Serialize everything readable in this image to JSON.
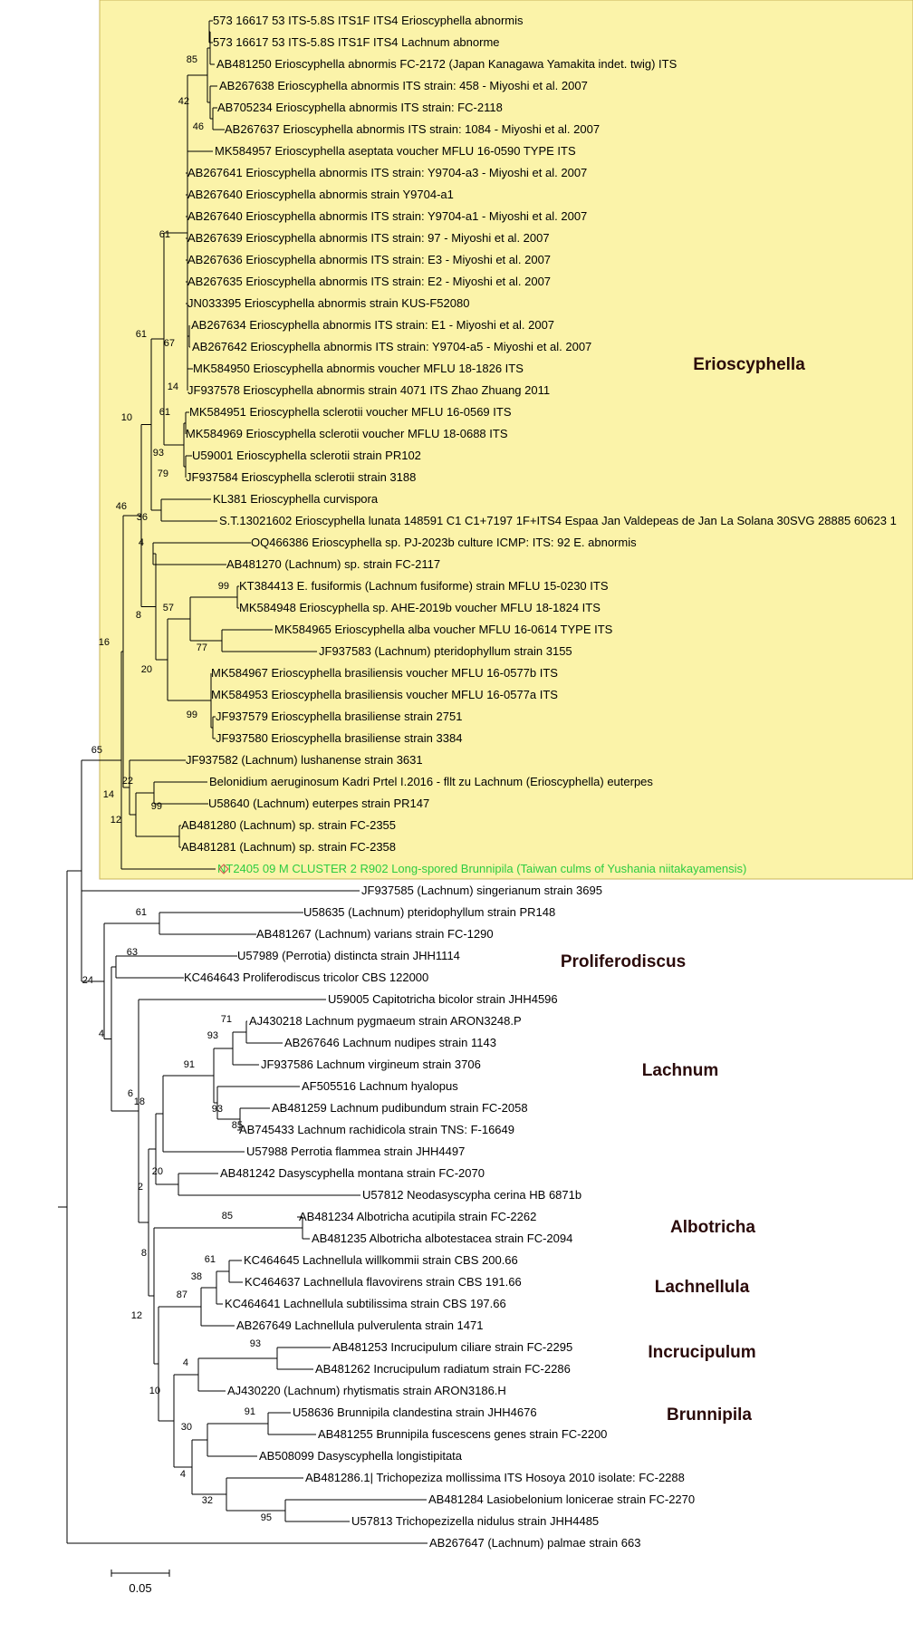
{
  "highlight_color": "#fbf3a9",
  "highlight_border": "#c9b45a",
  "marker_color": "#d9534f",
  "leaves": [
    {
      "label": "573 16617 53 ITS-5.8S ITS1F ITS4 Erioscyphella abnormis"
    },
    {
      "label": "573 16617 53 ITS-5.8S ITS1F ITS4 Lachnum abnorme"
    },
    {
      "label": "AB481250 Erioscyphella abnormis FC-2172 (Japan Kanagawa Yamakita indet. twig) ITS"
    },
    {
      "label": "AB267638 Erioscyphella abnormis ITS strain: 458 - Miyoshi et al. 2007"
    },
    {
      "label": "AB705234 Erioscyphella abnormis ITS strain: FC-2118"
    },
    {
      "label": "AB267637 Erioscyphella abnormis ITS strain: 1084 - Miyoshi et al. 2007"
    },
    {
      "label": "MK584957 Erioscyphella aseptata voucher MFLU 16-0590 TYPE ITS"
    },
    {
      "label": "AB267641 Erioscyphella abnormis ITS strain: Y9704-a3 - Miyoshi et al. 2007"
    },
    {
      "label": "AB267640 Erioscyphella abnormis strain Y9704-a1"
    },
    {
      "label": "AB267640 Erioscyphella abnormis ITS strain: Y9704-a1 - Miyoshi et al. 2007"
    },
    {
      "label": "AB267639 Erioscyphella abnormis ITS strain: 97 - Miyoshi et al. 2007"
    },
    {
      "label": "AB267636 Erioscyphella abnormis ITS strain: E3 - Miyoshi et al. 2007"
    },
    {
      "label": "AB267635 Erioscyphella abnormis ITS strain: E2 - Miyoshi et al. 2007"
    },
    {
      "label": "JN033395 Erioscyphella abnormis strain KUS-F52080"
    },
    {
      "label": "AB267634 Erioscyphella abnormis ITS strain: E1 - Miyoshi et al. 2007"
    },
    {
      "label": "AB267642 Erioscyphella abnormis ITS strain: Y9704-a5 - Miyoshi et al. 2007"
    },
    {
      "label": "MK584950 Erioscyphella abnormis voucher MFLU 18-1826 ITS"
    },
    {
      "label": "JF937578 Erioscyphella abnormis strain 4071 ITS Zhao Zhuang 2011"
    },
    {
      "label": "MK584951 Erioscyphella sclerotii voucher MFLU 16-0569 ITS"
    },
    {
      "label": "MK584969 Erioscyphella sclerotii voucher MFLU 18-0688 ITS"
    },
    {
      "label": "U59001 Erioscyphella sclerotii strain PR102"
    },
    {
      "label": "JF937584 Erioscyphella sclerotii strain 3188"
    },
    {
      "label": "KL381 Erioscyphella curvispora"
    },
    {
      "label": "S.T.13021602 Erioscyphella lunata 148591 C1 C1+7197 1F+ITS4 Espaa Jan Valdepeas de Jan La Solana 30SVG 28885 60623 1"
    },
    {
      "label": "OQ466386 Erioscyphella sp. PJ-2023b culture ICMP: ITS: 92 E. abnormis"
    },
    {
      "label": "AB481270 (Lachnum) sp. strain FC-2117"
    },
    {
      "label": "KT384413 E. fusiformis (Lachnum fusiforme) strain MFLU 15-0230 ITS"
    },
    {
      "label": "MK584948 Erioscyphella sp. AHE-2019b voucher MFLU 18-1824 ITS"
    },
    {
      "label": "MK584965 Erioscyphella alba voucher MFLU 16-0614 TYPE ITS"
    },
    {
      "label": "JF937583 (Lachnum) pteridophyllum strain 3155"
    },
    {
      "label": "MK584967 Erioscyphella brasiliensis voucher MFLU 16-0577b ITS"
    },
    {
      "label": "MK584953 Erioscyphella brasiliensis voucher MFLU 16-0577a ITS"
    },
    {
      "label": "JF937579 Erioscyphella brasiliense strain 2751"
    },
    {
      "label": "JF937580 Erioscyphella brasiliense strain 3384"
    },
    {
      "label": "JF937582 (Lachnum) lushanense strain 3631"
    },
    {
      "label": "Belonidium aeruginosum Kadri Prtel I.2016 - fllt zu Lachnum (Erioscyphella) euterpes"
    },
    {
      "label": "U58640 (Lachnum) euterpes strain PR147"
    },
    {
      "label": "AB481280 (Lachnum) sp. strain FC-2355"
    },
    {
      "label": "AB481281 (Lachnum) sp. strain FC-2358"
    },
    {
      "label": "NT2405 09 M CLUSTER 2 R902 Long-spored Brunnipila (Taiwan culms of Yushania niitakayamensis)",
      "color": "#2ecc40"
    },
    {
      "label": "JF937585 (Lachnum) singerianum strain 3695"
    },
    {
      "label": "U58635 (Lachnum) pteridophyllum strain PR148"
    },
    {
      "label": "AB481267 (Lachnum) varians strain FC-1290"
    },
    {
      "label": "U57989 (Perrotia) distincta strain JHH1114"
    },
    {
      "label": "KC464643 Proliferodiscus tricolor CBS 122000"
    },
    {
      "label": "U59005 Capitotricha bicolor strain JHH4596"
    },
    {
      "label": "AJ430218 Lachnum pygmaeum strain ARON3248.P"
    },
    {
      "label": "AB267646 Lachnum nudipes strain 1143"
    },
    {
      "label": "JF937586 Lachnum virgineum strain 3706"
    },
    {
      "label": "AF505516 Lachnum hyalopus"
    },
    {
      "label": "AB481259 Lachnum pudibundum strain FC-2058"
    },
    {
      "label": "AB745433 Lachnum rachidicola strain TNS: F-16649"
    },
    {
      "label": "U57988 Perrotia flammea strain JHH4497"
    },
    {
      "label": "AB481242 Dasyscyphella montana strain FC-2070"
    },
    {
      "label": "U57812 Neodasyscypha cerina HB 6871b"
    },
    {
      "label": "AB481234 Albotricha acutipila strain FC-2262"
    },
    {
      "label": "AB481235 Albotricha albotestacea strain FC-2094"
    },
    {
      "label": "KC464645 Lachnellula willkommii strain CBS 200.66"
    },
    {
      "label": "KC464637 Lachnellula flavovirens strain CBS 191.66"
    },
    {
      "label": "KC464641 Lachnellula subtilissima strain CBS 197.66"
    },
    {
      "label": "AB267649 Lachnellula pulverulenta strain 1471"
    },
    {
      "label": "AB481253 Incrucipulum ciliare strain FC-2295"
    },
    {
      "label": "AB481262 Incrucipulum radiatum strain FC-2286"
    },
    {
      "label": "AJ430220 (Lachnum) rhytismatis strain ARON3186.H"
    },
    {
      "label": "U58636 Brunnipila clandestina strain JHH4676"
    },
    {
      "label": "AB481255 Brunnipila fuscescens genes strain FC-2200"
    },
    {
      "label": "AB508099 Dasyscyphella longistipitata"
    },
    {
      "label": "AB481286.1| Trichopeziza mollissima ITS Hosoya 2010 isolate: FC-2288"
    },
    {
      "label": "AB481284 Lasiobelonium lonicerae strain FC-2270"
    },
    {
      "label": "U57813 Trichopezizella nidulus strain JHH4485"
    },
    {
      "label": "AB267647 (Lachnum) palmae strain 663"
    }
  ],
  "support_values": [
    "85",
    "42",
    "46",
    "61",
    "61",
    "67",
    "14",
    "10",
    "61",
    "93",
    "79",
    "46",
    "36",
    "4",
    "8",
    "99",
    "57",
    "77",
    "20",
    "99",
    "16",
    "65",
    "22",
    "14",
    "12",
    "99",
    "61",
    "63",
    "24",
    "4",
    "71",
    "93",
    "91",
    "93",
    "85",
    "18",
    "6",
    "20",
    "2",
    "85",
    "8",
    "61",
    "38",
    "87",
    "12",
    "93",
    "4",
    "10",
    "91",
    "30",
    "4",
    "32",
    "95"
  ],
  "clade_labels": [
    "Erioscyphella",
    "Proliferodiscus",
    "Lachnum",
    "Albotricha",
    "Lachnellula",
    "Incrucipulum",
    "Brunnipila"
  ],
  "scale_bar": {
    "label": "0.05"
  }
}
